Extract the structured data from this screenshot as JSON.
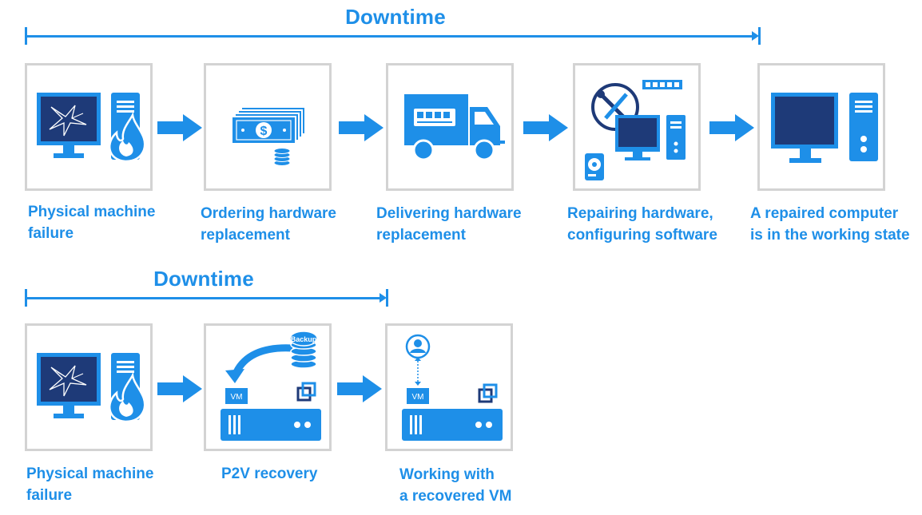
{
  "colors": {
    "accent": "#1e8fe8",
    "icon_dark": "#1e3a78",
    "box_border": "#d3d3d3"
  },
  "top_row": {
    "timeline_title": "Downtime",
    "steps": [
      {
        "label": "Physical machine\nfailure",
        "icon": "broken-computer-fire-icon"
      },
      {
        "label": "Ordering hardware\nreplacement",
        "icon": "money-icon"
      },
      {
        "label": "Delivering hardware\nreplacement",
        "icon": "delivery-truck-icon"
      },
      {
        "label": "Repairing hardware,\nconfiguring software",
        "icon": "repair-tools-icon"
      },
      {
        "label": "A repaired computer\nis in the working state",
        "icon": "computer-icon"
      }
    ]
  },
  "bottom_row": {
    "timeline_title": "Downtime",
    "steps": [
      {
        "label": "Physical machine\nfailure",
        "icon": "broken-computer-fire-icon"
      },
      {
        "label": "P2V recovery",
        "icon": "backup-to-server-icon",
        "backup_label": "Backup",
        "vm_label": "VM"
      },
      {
        "label": "Working with\na recovered VM",
        "icon": "user-vm-server-icon",
        "vm_label": "VM"
      }
    ]
  }
}
